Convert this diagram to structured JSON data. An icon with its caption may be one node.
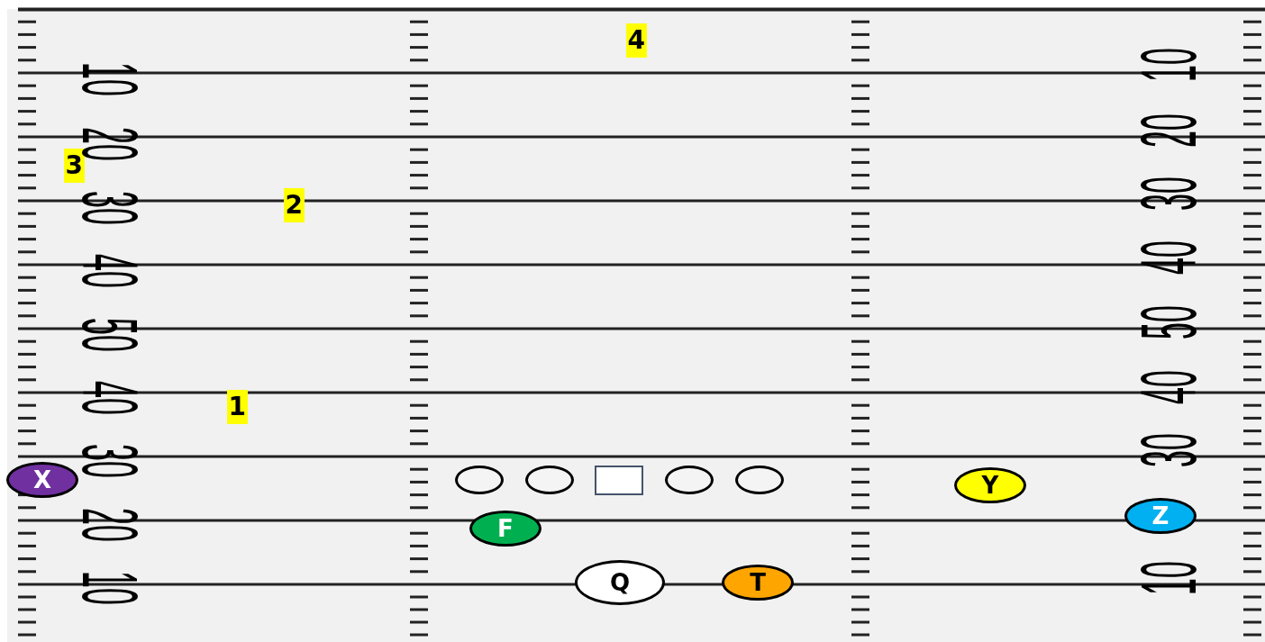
{
  "diagram": {
    "nodes": [
      {
        "text": [
          "X"
        ]
      },
      {
        "text": [],
        "shape": "circle"
      },
      {
        "text": [],
        "shape": "circle"
      },
      {
        "text": [],
        "shape": "box"
      },
      {
        "text": [],
        "shape": "circle"
      },
      {
        "text": [],
        "shape": "circle"
      },
      {
        "text": [
          "Y"
        ]
      },
      {
        "text": [
          "Z"
        ]
      },
      {
        "text": [
          "F"
        ]
      },
      {
        "text": [
          "Q"
        ]
      },
      {
        "text": [
          "T"
        ]
      }
    ],
    "edges": [],
    "labels": [
      "4",
      "3",
      "2",
      "1",
      "10",
      "20",
      "30",
      "40",
      "50",
      "40",
      "30",
      "20",
      "10",
      "10",
      "20",
      "30",
      "40",
      "50",
      "40",
      "30",
      "10"
    ]
  }
}
